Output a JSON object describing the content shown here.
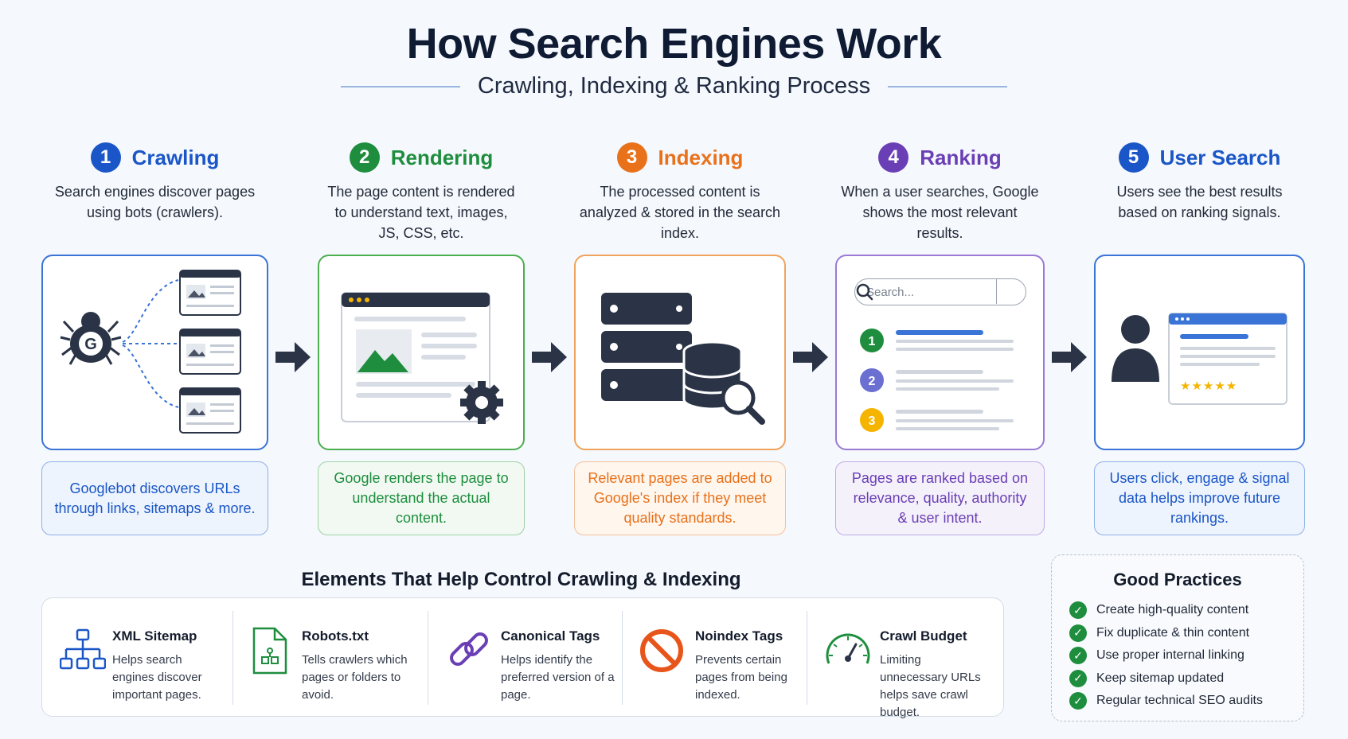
{
  "header": {
    "title": "How Search Engines Work",
    "subtitle": "Crawling, Indexing & Ranking Process"
  },
  "steps": [
    {
      "number": "1",
      "title": "Crawling",
      "color": "#1a56c7",
      "bg": "#eef4fd",
      "description": "Search engines discover pages using bots (crawlers).",
      "note": "Googlebot discovers URLs through links, sitemaps & more.",
      "icon": "spider-bot-icon"
    },
    {
      "number": "2",
      "title": "Rendering",
      "color": "#1e8e3e",
      "bg": "#f1f9f2",
      "description": "The page content is rendered to understand text, images, JS, CSS, etc.",
      "note": "Google renders the page to understand the actual content.",
      "icon": "browser-gear-icon"
    },
    {
      "number": "3",
      "title": "Indexing",
      "color": "#e8711a",
      "bg": "#fff6ee",
      "description": "The processed content is analyzed & stored in the search index.",
      "note": "Relevant pages are added to Google's index if they meet quality standards.",
      "icon": "server-database-icon"
    },
    {
      "number": "4",
      "title": "Ranking",
      "color": "#6a3fb5",
      "bg": "#f5f1fb",
      "description": "When a user searches, Google shows the most relevant results.",
      "note": "Pages are ranked based on relevance, quality, authority & user intent.",
      "icon": "ranked-results-icon",
      "search_placeholder": "Search..."
    },
    {
      "number": "5",
      "title": "User Search",
      "color": "#1a56c7",
      "bg": "#eef4fd",
      "description": "Users see the best results based on ranking signals.",
      "note": "Users click, engage & signal data helps improve future rankings.",
      "icon": "user-result-icon"
    }
  ],
  "elements": {
    "title": "Elements That Help Control Crawling & Indexing",
    "items": [
      {
        "title": "XML Sitemap",
        "description": "Helps search engines discover important pages.",
        "icon": "sitemap-icon"
      },
      {
        "title": "Robots.txt",
        "description": "Tells crawlers which pages or folders to avoid.",
        "icon": "robots-file-icon"
      },
      {
        "title": "Canonical Tags",
        "description": "Helps identify the preferred version of a page.",
        "icon": "chain-link-icon"
      },
      {
        "title": "Noindex Tags",
        "description": "Prevents certain pages from being indexed.",
        "icon": "prohibited-icon"
      },
      {
        "title": "Crawl Budget",
        "description": "Limiting unnecessary URLs helps save crawl budget.",
        "icon": "gauge-icon"
      }
    ]
  },
  "good_practices": {
    "title": "Good Practices",
    "items": [
      "Create high-quality content",
      "Fix duplicate & thin content",
      "Use proper internal linking",
      "Keep sitemap updated",
      "Regular technical SEO audits"
    ]
  }
}
